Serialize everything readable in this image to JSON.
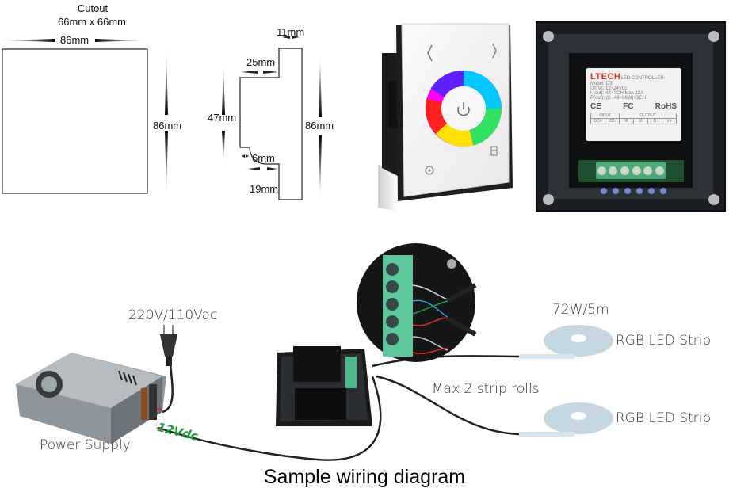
{
  "front_dimensions": {
    "cutout_title": "Cutout",
    "cutout_size": "66mm x 66mm",
    "width": "86mm",
    "height": "86mm"
  },
  "side_dimensions": {
    "depth_top": "11mm",
    "step_top": "25mm",
    "body_height": "47mm",
    "corner": "6mm",
    "step_bottom": "19mm",
    "total_height": "86mm"
  },
  "back_label": {
    "brand": "LTECH",
    "product": "LED CONTROLLER",
    "lines": [
      "Model:  D3",
      "Un(V):  12~24Vdc",
      "I (out):  4A×3CH    Max 12A",
      "P(out):  (0...48~96W)×3CH"
    ],
    "certs": [
      "CE",
      "FC",
      "RoHS"
    ],
    "table_groups": [
      "INPUT",
      "OUTPUT"
    ],
    "table_cells": [
      "DC+",
      "DC-",
      "R",
      "G",
      "B",
      "V+"
    ]
  },
  "wiring": {
    "mains_label": "220V/110Vac",
    "power_supply_label": "Power Supply",
    "dc_label": "12Vdc",
    "dc_color": "#1a9e3c",
    "strip_power": "72W/5m",
    "strip_label_1": "RGB LED Strip",
    "strip_label_2": "RGB LED Strip",
    "max_note": "Max 2 strip rolls",
    "caption": "Sample wiring diagram"
  },
  "icons": {
    "panel_left": "chevron-left-icon",
    "panel_right": "chevron-right-icon",
    "panel_power": "power-icon",
    "panel_mode": "fan-icon",
    "panel_switch": "switch-icon"
  }
}
